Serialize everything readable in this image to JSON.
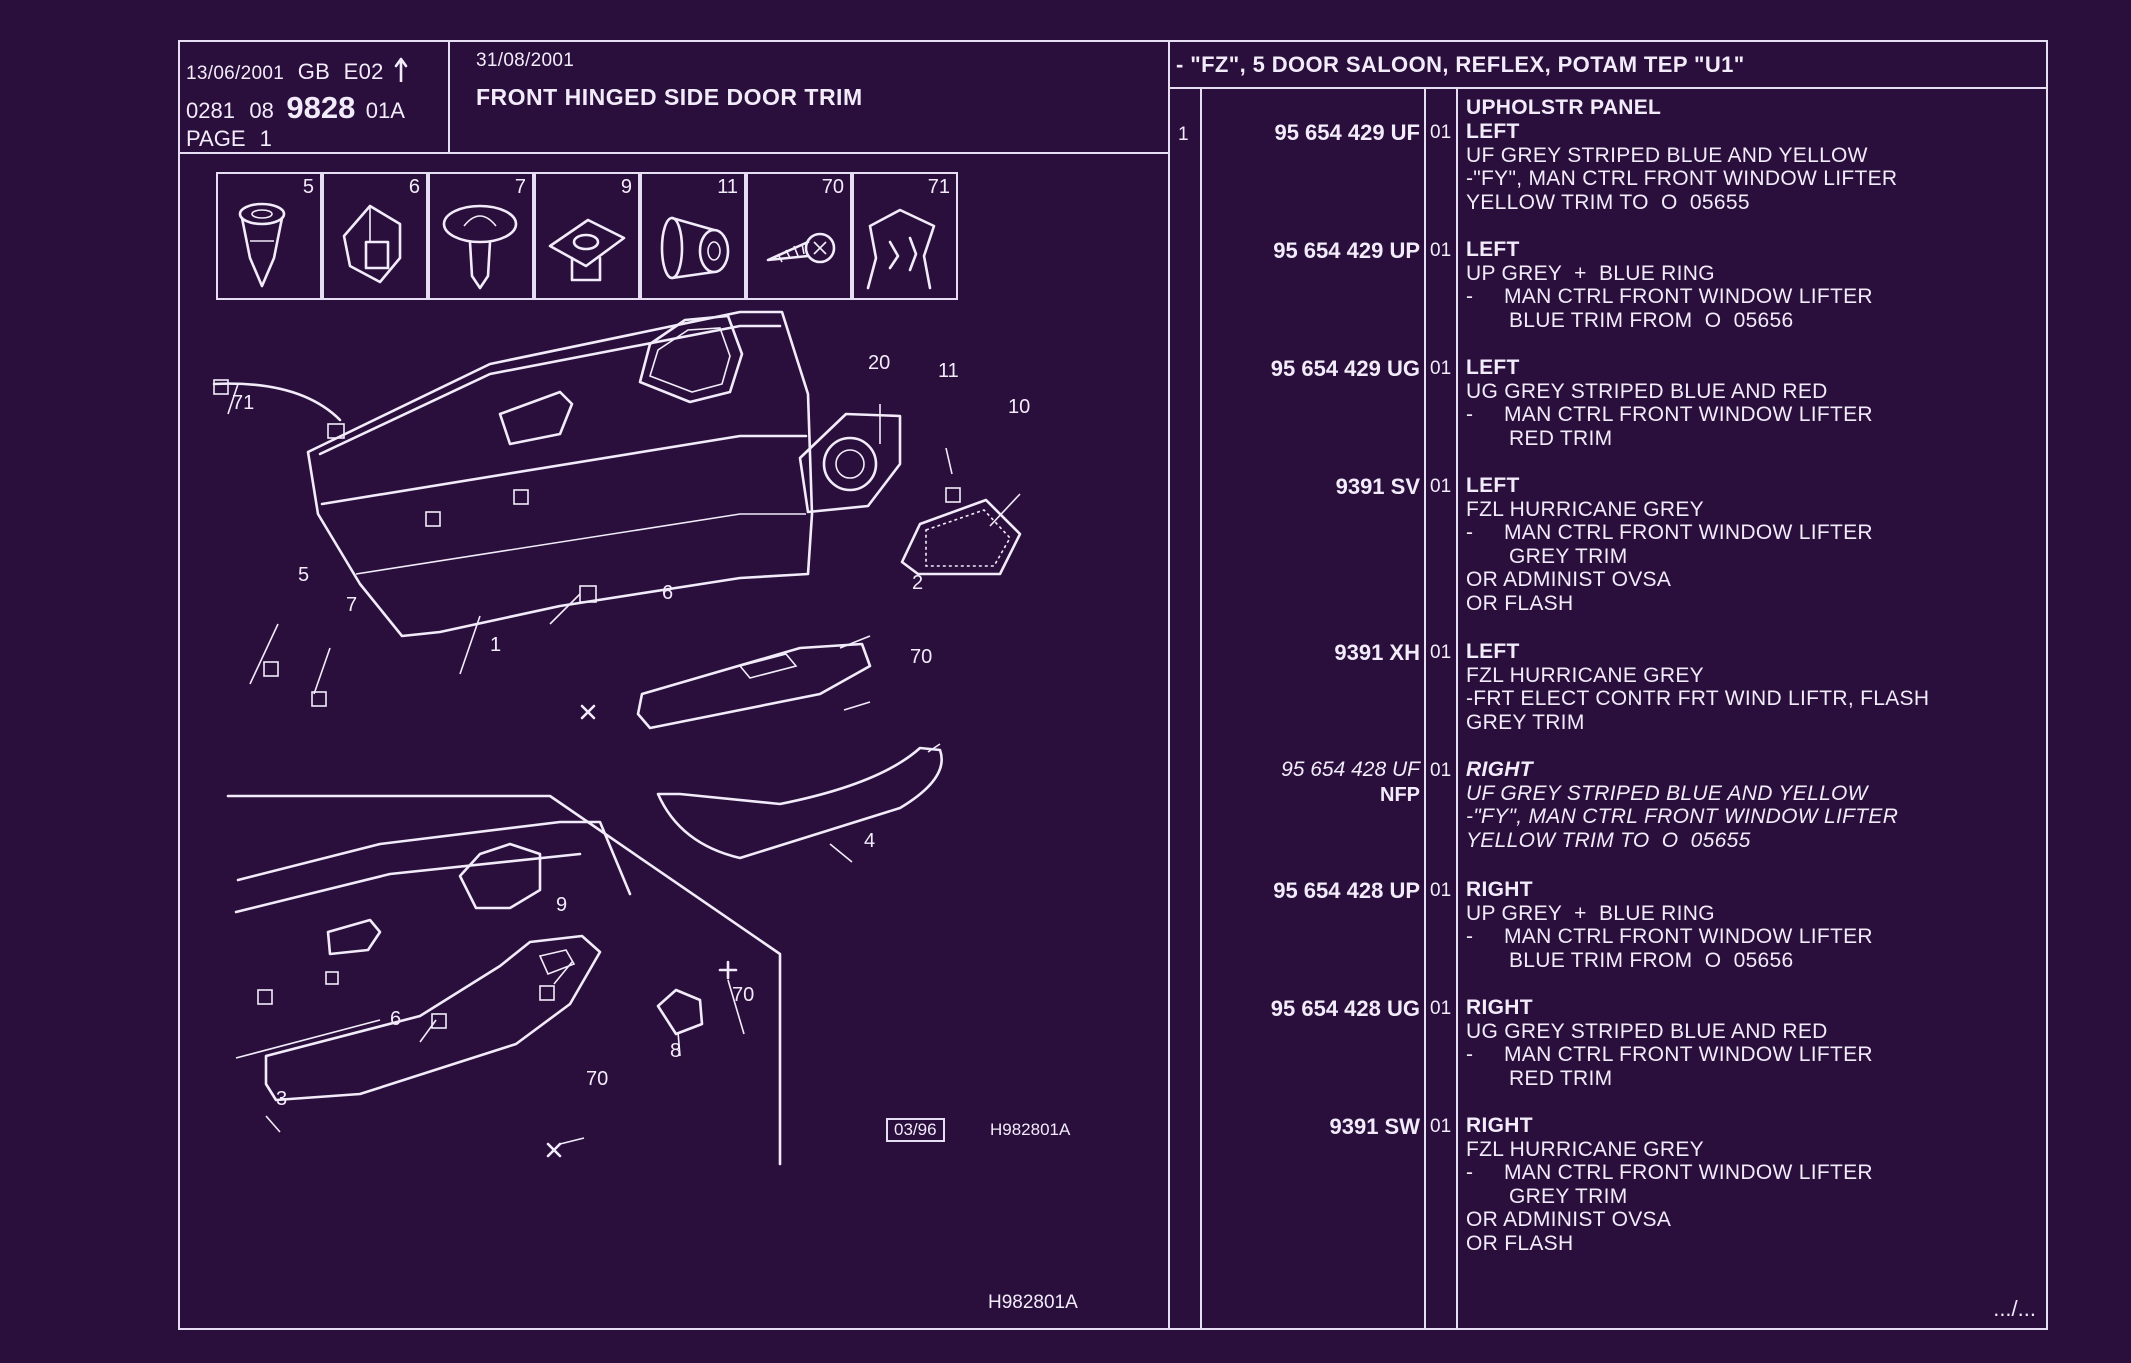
{
  "header": {
    "date_issue": "13/06/2001",
    "lang": "GB",
    "edition": "E02",
    "code_a": "0281",
    "code_b": "08",
    "plate_number": "9828",
    "code_c": "01A",
    "page_label": "PAGE",
    "page_number": "1",
    "date_update": "31/08/2001",
    "title": "FRONT HINGED SIDE DOOR TRIM",
    "variant": "- \"FZ\", 5 DOOR SALOON, REFLEX, POTAM TEP \"U1\""
  },
  "fastener_strip": [
    "5",
    "6",
    "7",
    "9",
    "11",
    "70",
    "71"
  ],
  "callouts": {
    "c71": "71",
    "c20": "20",
    "c11": "11",
    "c10": "10",
    "c5": "5",
    "c7": "7",
    "c1": "1",
    "c6": "6",
    "c2": "2",
    "c70a": "70",
    "c4": "4",
    "c9": "9",
    "c70b": "70",
    "c6b": "6",
    "c8": "8",
    "c3": "3",
    "c70c": "70"
  },
  "illustration_refs": {
    "date_box": "03/96",
    "drawing_ref": "H982801A",
    "drawing_ref_bottom": "H982801A"
  },
  "parts": {
    "item_number": "1",
    "group_title": "UPHOLSTR PANEL",
    "rows": [
      {
        "part": "95 654 429 UF",
        "qty": "01",
        "side": "LEFT",
        "lines": [
          "UF GREY STRIPED BLUE AND YELLOW",
          "-\"FY\", MAN CTRL FRONT WINDOW LIFTER",
          "YELLOW TRIM TO  O  05655"
        ]
      },
      {
        "part": "95 654 429 UP",
        "qty": "01",
        "side": "LEFT",
        "lines": [
          "UP GREY  +  BLUE RING",
          "-     MAN CTRL FRONT WINDOW LIFTER",
          "       BLUE TRIM FROM  O  05656"
        ]
      },
      {
        "part": "95 654 429 UG",
        "qty": "01",
        "side": "LEFT",
        "lines": [
          "UG GREY STRIPED BLUE AND RED",
          "-     MAN CTRL FRONT WINDOW LIFTER",
          "       RED TRIM"
        ]
      },
      {
        "part": "9391 SV",
        "qty": "01",
        "side": "LEFT",
        "lines": [
          "FZL HURRICANE GREY",
          "-     MAN CTRL FRONT WINDOW LIFTER",
          "       GREY TRIM",
          "OR ADMINIST OVSA",
          "OR FLASH"
        ]
      },
      {
        "part": "9391 XH",
        "qty": "01",
        "side": "LEFT",
        "lines": [
          "FZL HURRICANE GREY",
          "-FRT ELECT CONTR FRT WIND LIFTR, FLASH",
          "GREY TRIM"
        ]
      },
      {
        "part": "95 654 428 UF",
        "nfp": "NFP",
        "qty": "01",
        "side": "RIGHT",
        "lines": [
          "UF GREY STRIPED BLUE AND YELLOW",
          "-\"FY\", MAN CTRL FRONT WINDOW LIFTER",
          "YELLOW TRIM TO  O  05655"
        ]
      },
      {
        "part": "95 654 428 UP",
        "qty": "01",
        "side": "RIGHT",
        "lines": [
          "UP GREY  +  BLUE RING",
          "-     MAN CTRL FRONT WINDOW LIFTER",
          "       BLUE TRIM FROM  O  05656"
        ]
      },
      {
        "part": "95 654 428 UG",
        "qty": "01",
        "side": "RIGHT",
        "lines": [
          "UG GREY STRIPED BLUE AND RED",
          "-     MAN CTRL FRONT WINDOW LIFTER",
          "       RED TRIM"
        ]
      },
      {
        "part": "9391 SW",
        "qty": "01",
        "side": "RIGHT",
        "lines": [
          "FZL HURRICANE GREY",
          "-     MAN CTRL FRONT WINDOW LIFTER",
          "       GREY TRIM",
          "OR ADMINIST OVSA",
          "OR FLASH"
        ]
      }
    ],
    "continued": ".../..."
  }
}
